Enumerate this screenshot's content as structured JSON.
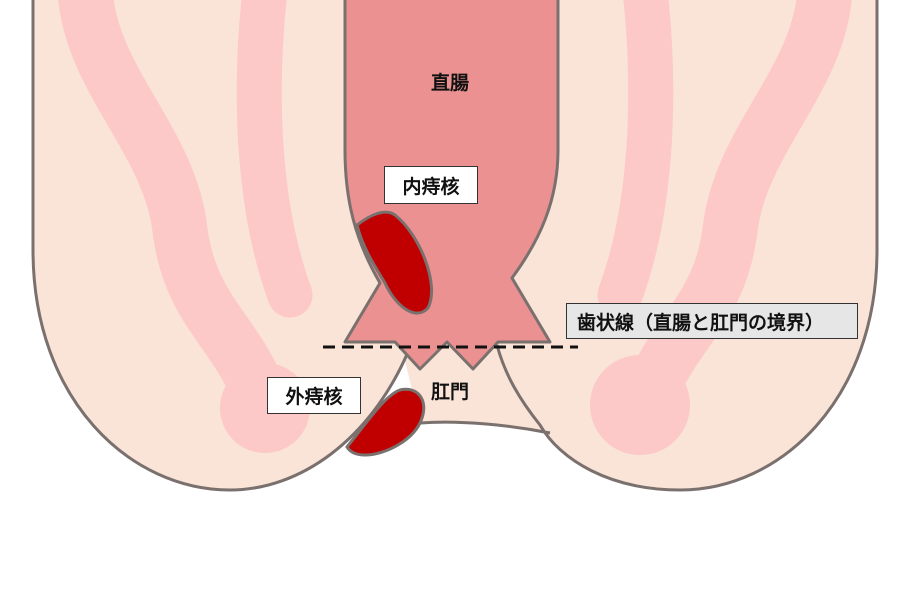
{
  "labels": {
    "rectum": "直腸",
    "internal_hemorrhoid": "内痔核",
    "dentate_line": "歯状線（直腸と肛門の境界）",
    "external_hemorrhoid": "外痔核",
    "anus": "肛門"
  },
  "colors": {
    "skin": "#fae3d7",
    "muscle_band": "#fdc8c8",
    "rectum": "#eb9191",
    "hemorrhoid": "#c00000",
    "outline": "#7a706d",
    "dentate_box": "#e6e6e6"
  }
}
